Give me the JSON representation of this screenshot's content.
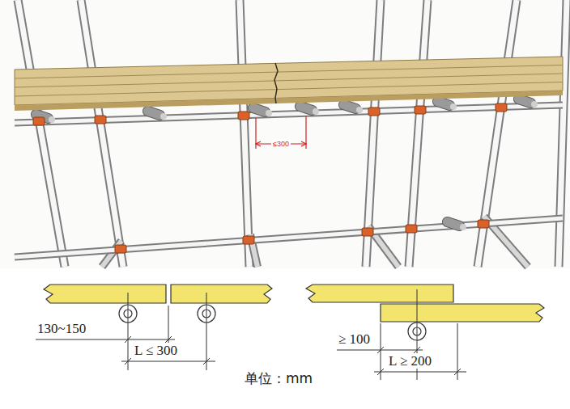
{
  "diagram": {
    "labels": [
      "≤300",
      "130~150",
      "L ≤ 300",
      "≥ 100",
      "L ≥ 200",
      "单位：mm"
    ]
  }
}
